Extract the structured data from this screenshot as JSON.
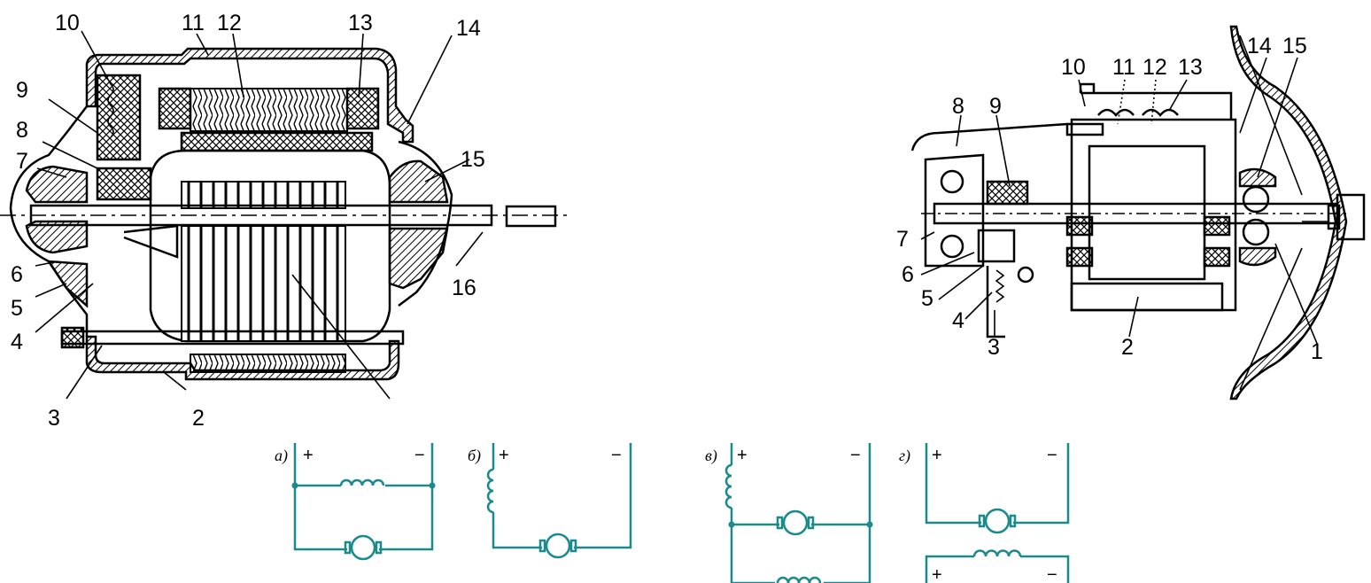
{
  "left_drawing": {
    "callouts": [
      "10",
      "11",
      "12",
      "13",
      "14",
      "9",
      "8",
      "7",
      "15",
      "6",
      "5",
      "4",
      "16",
      "3",
      "2"
    ]
  },
  "right_drawing": {
    "callouts": [
      "10",
      "11",
      "12",
      "13",
      "14",
      "15",
      "8",
      "9",
      "7",
      "6",
      "5",
      "4",
      "3",
      "2",
      "1"
    ]
  },
  "schemes": [
    {
      "label": "а)",
      "plus": "+",
      "minus": "−"
    },
    {
      "label": "б)",
      "plus": "+",
      "minus": "−"
    },
    {
      "label": "в)",
      "plus": "+",
      "minus": "−"
    },
    {
      "label": "г)",
      "plus": "+",
      "minus": "−",
      "plus2": "+",
      "minus2": "−"
    }
  ]
}
